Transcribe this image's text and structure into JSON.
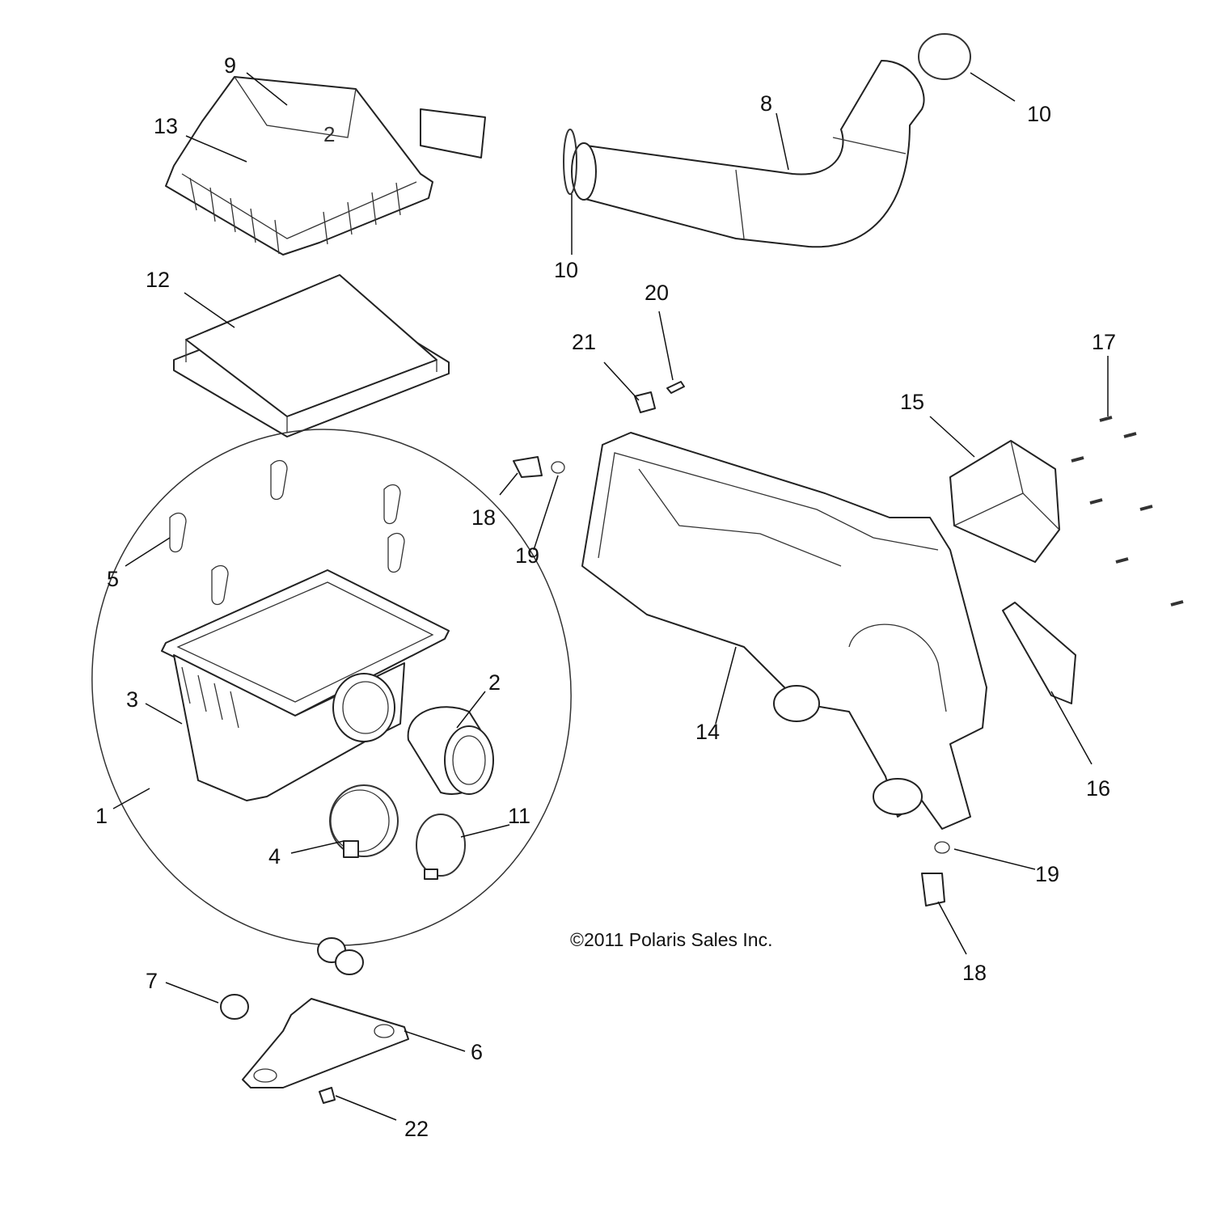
{
  "copyright": "©2011 Polaris Sales Inc.",
  "callouts": {
    "c1": "1",
    "c2": "2",
    "c3": "3",
    "c4": "4",
    "c5": "5",
    "c6": "6",
    "c7": "7",
    "c8": "8",
    "c9": "9",
    "c10a": "10",
    "c10b": "10",
    "c11": "11",
    "c12": "12",
    "c13": "13",
    "c14": "14",
    "c15": "15",
    "c16": "16",
    "c17": "17",
    "c18a": "18",
    "c18b": "18",
    "c19a": "19",
    "c19b": "19",
    "c20": "20",
    "c21": "21",
    "c22": "22"
  },
  "colors": {
    "line": "#222222",
    "background": "#ffffff"
  }
}
